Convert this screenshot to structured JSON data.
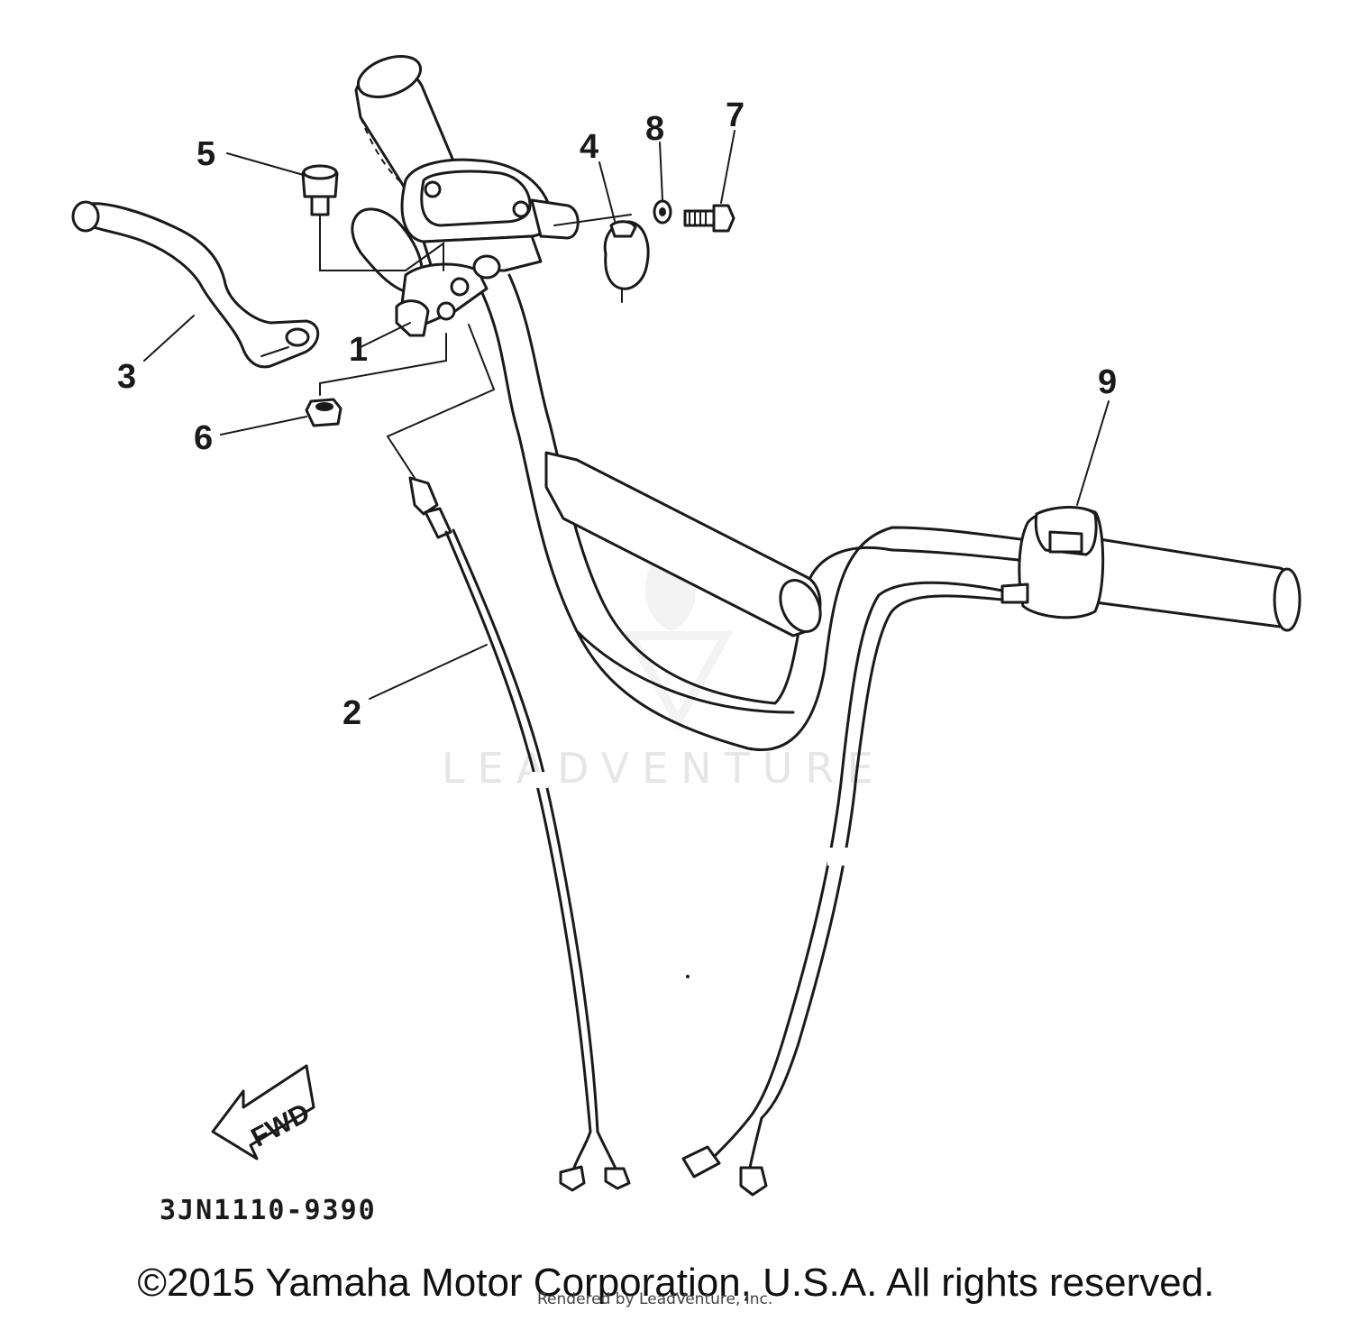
{
  "diagram": {
    "callouts": [
      "1",
      "2",
      "3",
      "4",
      "5",
      "6",
      "7",
      "8",
      "9"
    ],
    "fwd_label": "FWD",
    "diagram_code": "3JN1110-9390",
    "watermark": "LEADVENTURE"
  },
  "footer": {
    "copyright": "©2015 Yamaha Motor Corporation, U.S.A. All rights reserved.",
    "rendered_by": "Rendered by LeadVenture, Inc."
  }
}
